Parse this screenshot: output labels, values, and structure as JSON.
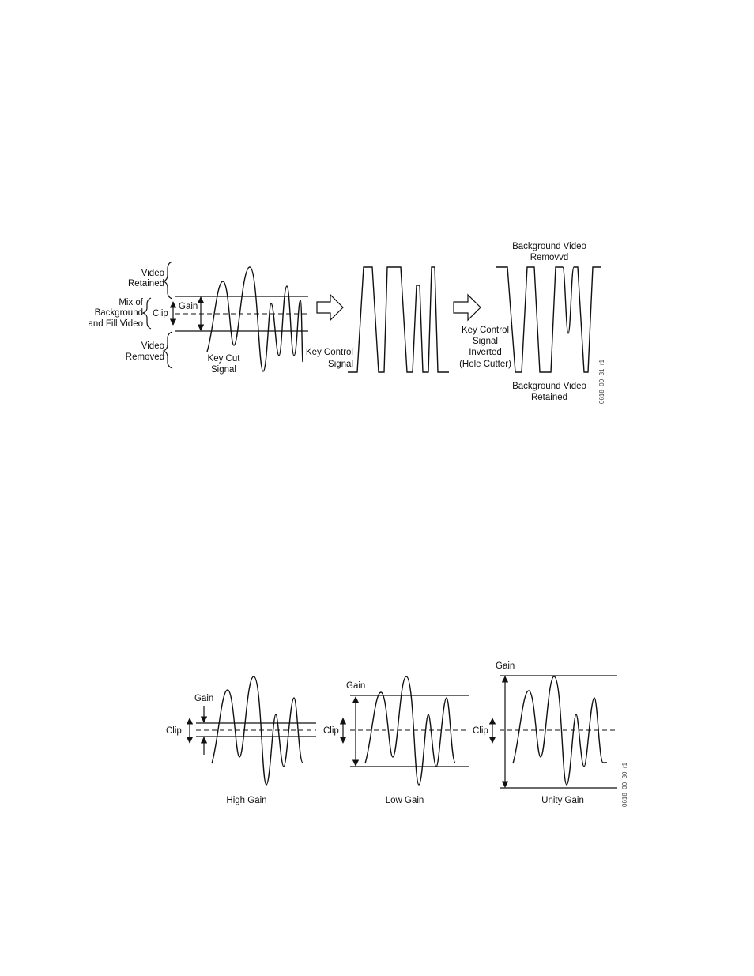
{
  "figure1": {
    "video_retained": [
      "Video",
      "Retained"
    ],
    "mix": [
      "Mix of",
      "Background",
      "and Fill Video"
    ],
    "clip": "Clip",
    "gain": "Gain",
    "video_removed": [
      "Video",
      "Removed"
    ],
    "key_cut_signal": [
      "Key Cut",
      "Signal"
    ],
    "key_control_signal": [
      "Key Control",
      "Signal"
    ],
    "key_control_inverted": [
      "Key Control",
      "Signal",
      "Inverted",
      "(Hole Cutter)"
    ],
    "background_removed": [
      "Background Video",
      "Removvd"
    ],
    "background_retained": [
      "Background Video",
      "Retained"
    ],
    "figure_code": "0618_00_31_r1"
  },
  "figure2": {
    "panels": [
      {
        "gain": "Gain",
        "clip": "Clip",
        "caption": "High Gain"
      },
      {
        "gain": "Gain",
        "clip": "Clip",
        "caption": "Low Gain"
      },
      {
        "gain": "Gain",
        "clip": "Clip",
        "caption": "Unity Gain"
      }
    ],
    "figure_code": "0618_00_30_r1"
  }
}
